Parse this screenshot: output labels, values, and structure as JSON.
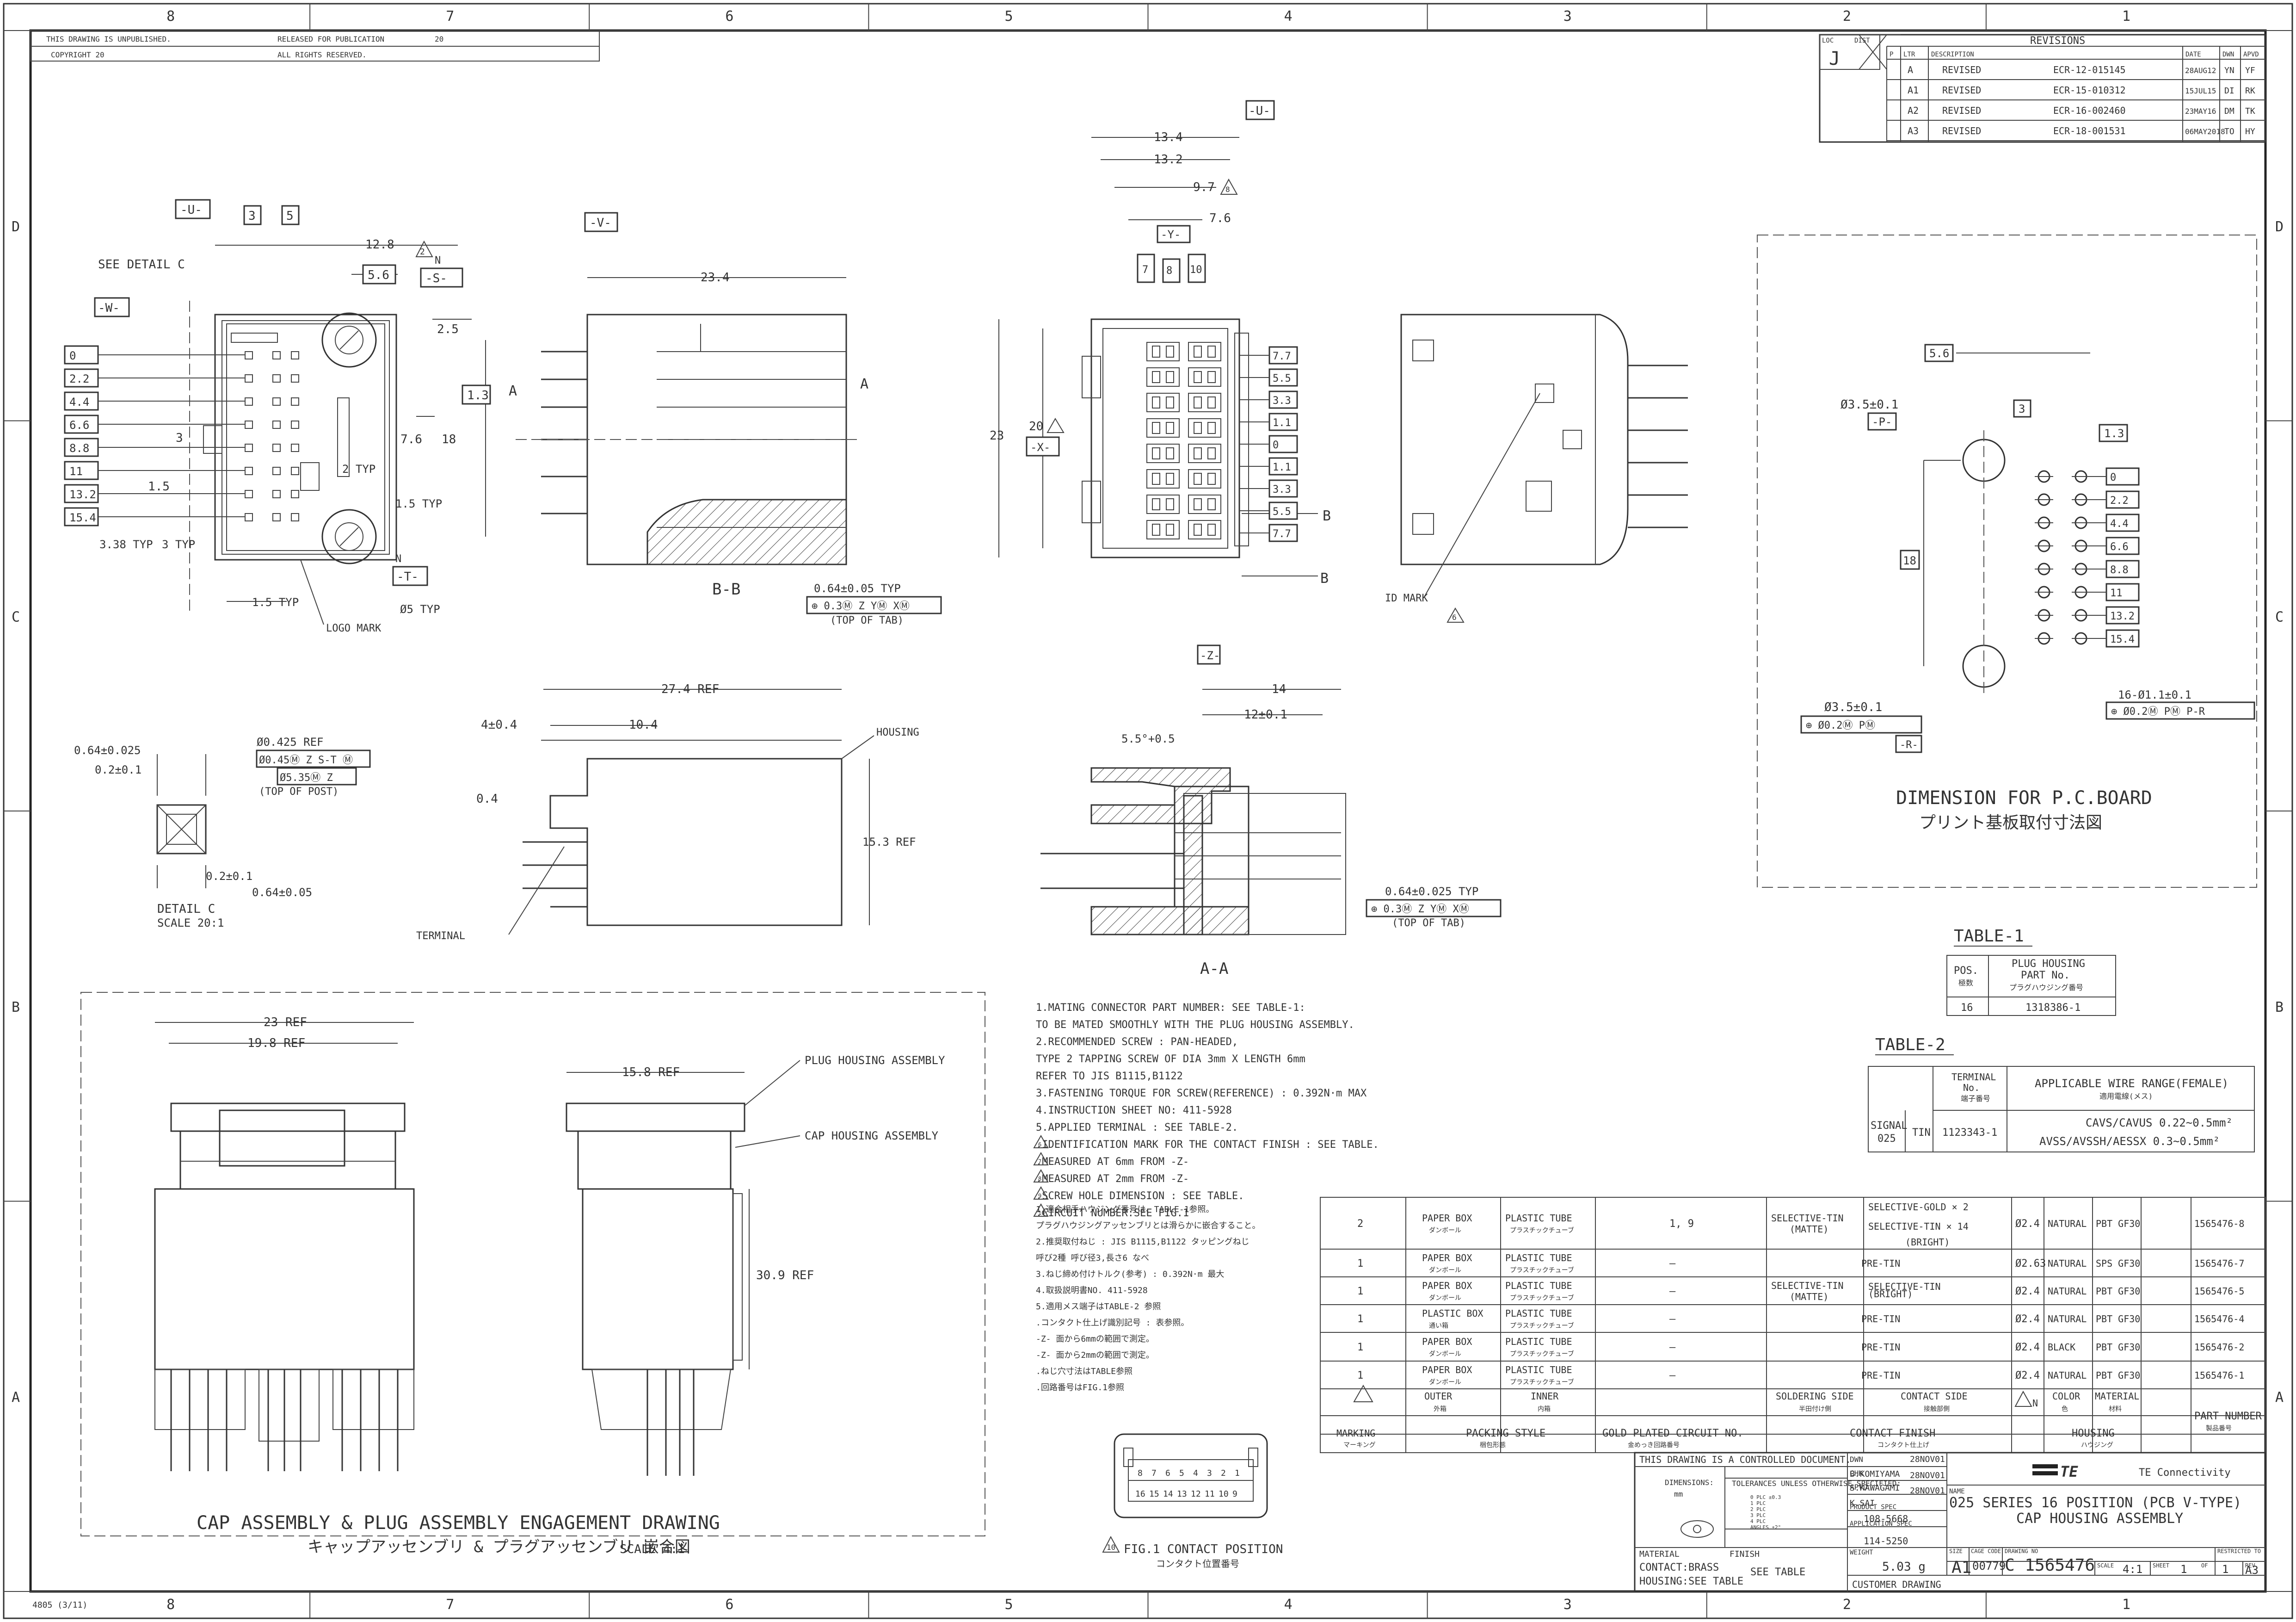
{
  "border": {
    "top_zones": [
      "8",
      "7",
      "6",
      "5",
      "4",
      "3",
      "2",
      "1"
    ],
    "side_zones": [
      "D",
      "C",
      "B",
      "A"
    ],
    "notice_line1": "THIS DRAWING IS UNPUBLISHED.",
    "notice_line1b": "RELEASED FOR PUBLICATION",
    "notice_year": "20",
    "notice_line2": "COPYRIGHT 20",
    "notice_line2b": "ALL RIGHTS RESERVED.",
    "footer_code": "4805 (3/11)"
  },
  "revisions": {
    "title": "REVISIONS",
    "loc_label": "LOC",
    "dist_label": "DIST",
    "loc": "J",
    "headers": [
      "P",
      "LTR",
      "DESCRIPTION",
      "DATE",
      "DWN",
      "APVD"
    ],
    "rows": [
      {
        "ltr": "A",
        "desc": "REVISED",
        "ecr": "ECR-12-015145",
        "date": "28AUG12",
        "dwn": "YN",
        "apvd": "YF"
      },
      {
        "ltr": "A1",
        "desc": "REVISED",
        "ecr": "ECR-15-010312",
        "date": "15JUL15",
        "dwn": "DI",
        "apvd": "RK"
      },
      {
        "ltr": "A2",
        "desc": "REVISED",
        "ecr": "ECR-16-002460",
        "date": "23MAY16",
        "dwn": "DM",
        "apvd": "TK"
      },
      {
        "ltr": "A3",
        "desc": "REVISED",
        "ecr": "ECR-18-001531",
        "date": "06MAY2018",
        "dwn": "TO",
        "apvd": "HY"
      }
    ]
  },
  "front_view": {
    "datum_u": "-U-",
    "datum_v": "-V-",
    "datum_w": "-W-",
    "datum_s": "-S-",
    "datum_t": "-T-",
    "see_detail": "SEE DETAIL C",
    "dim_12_8": "12.8",
    "dim_5_6": "5.6",
    "dim_2_5": "2.5",
    "dim_1_3": "1.3",
    "dim_7_6": "7.6",
    "dim_18": "18",
    "dim_2typ": "2 TYP",
    "dim_1_5typ": "1.5 TYP",
    "dim_3": "3",
    "dim_1_5": "1.5",
    "dim_3_38": "3.38 TYP",
    "dim_3typ": "3 TYP",
    "dim_1_5typ_b": "1.5 TYP",
    "dim_phi5": "Ø5 TYP",
    "logo_mark": "LOGO MARK",
    "box_3": "3",
    "box_5": "5",
    "flag_n": "N",
    "flag_2": "2",
    "left_stack": [
      "0",
      "2.2",
      "4.4",
      "6.6",
      "8.8",
      "11",
      "13.2",
      "15.4"
    ]
  },
  "section_bb": {
    "dim_23_4": "23.4",
    "label_a": "A",
    "label_a2": "A",
    "caption": "B-B"
  },
  "center_view": {
    "datum_u": "-U-",
    "datum_x": "-X-",
    "datum_y": "-Y-",
    "dim_13_4": "13.4",
    "dim_13_2": "13.2",
    "dim_9_7": "9.7",
    "dim_7_6": "7.6",
    "dim_20": "20",
    "dim_23": "23",
    "label_b": "B",
    "label_b2": "B",
    "right_stack": [
      "7.7",
      "5.5",
      "3.3",
      "1.1",
      "0",
      "1.1",
      "3.3",
      "5.5",
      "7.7"
    ],
    "tab_dim": "0.64±0.05 TYP",
    "tab_fcf": "⊕ 0.3Ⓜ Z YⓂ XⓂ",
    "tab_note": "(TOP OF TAB)",
    "box_7": "7",
    "box_8": "8",
    "box_10": "10"
  },
  "side_view": {
    "id_mark": "ID MARK",
    "flag_6": "6"
  },
  "pcb": {
    "caption": "DIMENSION FOR P.C.BOARD",
    "caption_jp": "プリント基板取付寸法図",
    "dim_5_6": "5.6",
    "dim_3": "3",
    "dim_1_3": "1.3",
    "dim_18": "18",
    "hole_top": "Ø3.5±0.1",
    "datum_p": "-P-",
    "hole_bot": "Ø3.5±0.1",
    "fcf_bot": "⊕ Ø0.2Ⓜ PⓂ",
    "datum_r": "-R-",
    "holes16": "16-Ø1.1±0.1",
    "fcf_holes": "⊕ Ø0.2Ⓜ PⓂ P-R",
    "stack": [
      "0",
      "2.2",
      "4.4",
      "6.6",
      "8.8",
      "11",
      "13.2",
      "15.4"
    ]
  },
  "detail_c": {
    "dim1": "0.64±0.025",
    "dim2": "0.2±0.1",
    "ref": "Ø0.425 REF",
    "fcf1": "Ø0.45Ⓜ Z S-T Ⓜ",
    "fcf2": "Ø5.35Ⓜ Z",
    "note": "(TOP OF POST)",
    "dim3": "0.2±0.1",
    "dim4": "0.64±0.05",
    "caption": "DETAIL C",
    "scale": "SCALE 20:1"
  },
  "side_section": {
    "dim_27_4": "27.4 REF",
    "dim_10_4": "10.4",
    "dim_4": "4±0.4",
    "dim_0_4": "0.4",
    "housing": "HOUSING",
    "dim_15_3": "15.3 REF",
    "terminal": "TERMINAL"
  },
  "section_aa": {
    "datum_z": "-Z-",
    "dim_14": "14",
    "dim_12": "12±0.1",
    "angle": "5.5°+0.5",
    "tab_dim": "0.64±0.025 TYP",
    "tab_fcf": "⊕ 0.3Ⓜ Z YⓂ XⓂ",
    "tab_note": "(TOP OF TAB)",
    "caption": "A-A"
  },
  "notes_en": [
    "1.MATING CONNECTOR PART NUMBER: SEE TABLE-1:",
    "  TO BE MATED SMOOTHLY WITH THE PLUG HOUSING ASSEMBLY.",
    "2.RECOMMENDED SCREW : PAN-HEADED,",
    "  TYPE 2 TAPPING SCREW OF DIA 3mm X LENGTH 6mm",
    "  REFER TO JIS B1115,B1122",
    "3.FASTENING TORQUE FOR SCREW(REFERENCE) : 0.392N·m MAX",
    "4.INSTRUCTION SHEET NO: 411-5928",
    "5.APPLIED TERMINAL : SEE TABLE-2.",
    "  .IDENTIFICATION MARK FOR THE CONTACT FINISH : SEE TABLE.",
    "  .MEASURED AT 6mm FROM  -Z-",
    "  .MEASURED AT 2mm FROM  -Z-",
    "  .SCREW HOLE DIMENSION : SEE TABLE.",
    "  .CIRCUIT NUMBER:SEE FIG.1"
  ],
  "notes_flags": [
    "6",
    "7",
    "8",
    "9",
    "10"
  ],
  "notes_jp": [
    "1.適合相手ハウジング番号は、TABLE-1参照。",
    "  プラグハウジングアッセンブリとは滑らかに嵌合すること。",
    "2.推奨取付ねじ : JIS B1115,B1122 タッピングねじ",
    "  呼び2種 呼び径3,長さ6 なべ",
    "3.ねじ締め付けトルク(参考) : 0.392N·m 最大",
    "4.取扱説明書NO. 411-5928",
    "5.適用メス端子はTABLE-2 参照",
    "  .コンタクト仕上げ識別記号 : 表参照。",
    "   -Z-  面から6mmの範囲で測定。",
    "   -Z-  面から2mmの範囲で測定。",
    "  .ねじ穴寸法はTABLE参照",
    "  .回路番号はFIG.1参照"
  ],
  "table1": {
    "title": "TABLE-1",
    "h_pos": "POS.",
    "h_pos_jp": "極数",
    "h_part": "PLUG HOUSING",
    "h_part2": "PART No.",
    "h_part_jp": "プラグハウジング番号",
    "pos": "16",
    "part": "1318386-1"
  },
  "table2": {
    "title": "TABLE-2",
    "h_term": "TERMINAL",
    "h_term2": "No.",
    "h_term_jp": "端子番号",
    "h_wire": "APPLICABLE WIRE RANGE(FEMALE)",
    "h_wire_jp": "適用電線(メス)",
    "signal": "SIGNAL",
    "signal2": "025",
    "tin": "TIN",
    "term": "1123343-1",
    "wire1": "CAVS/CAVUS 0.22~0.5mm²",
    "wire2": "AVSS/AVSSH/AESSX 0.3~0.5mm²"
  },
  "assy": {
    "dim_23": "23 REF",
    "dim_19_8": "19.8 REF",
    "dim_15_8": "15.8 REF",
    "dim_30_9": "30.9 REF",
    "plug_label": "PLUG HOUSING ASSEMBLY",
    "cap_label": "CAP HOUSING ASSEMBLY",
    "caption": "CAP ASSEMBLY & PLUG ASSEMBLY ENGAGEMENT DRAWING",
    "caption_jp": "キャップアッセンブリ & プラグアッセンブリ 嵌合図",
    "scale": "SCALE 4:1"
  },
  "fig1": {
    "row_top": [
      "8",
      "7",
      "6",
      "5",
      "4",
      "3",
      "2",
      "1"
    ],
    "row_bot": [
      "16",
      "15",
      "14",
      "13",
      "12",
      "11",
      "10",
      "9"
    ],
    "caption": "FIG.1 CONTACT POSITION",
    "caption_jp": "コンタクト位置番号",
    "flag": "10"
  },
  "variants": {
    "rows": [
      {
        "n": "2",
        "pkg_outer": "PAPER BOX",
        "pkg_outer_jp": "ダンボール",
        "pkg_inner": "PLASTIC TUBE",
        "pkg_inner_jp": "プラスチックチューブ",
        "circ": "1, 9",
        "solder": "SELECTIVE-TIN",
        "solder2": "(MATTE)",
        "contact": "SELECTIVE-GOLD × 2",
        "contact2": "SELECTIVE-TIN × 14",
        "contact3": "(BRIGHT)",
        "hole": "Ø2.4",
        "color": "NATURAL",
        "mat": "PBT GF30",
        "pn": "1565476-8"
      },
      {
        "n": "1",
        "pkg_outer": "PAPER BOX",
        "pkg_outer_jp": "ダンボール",
        "pkg_inner": "PLASTIC TUBE",
        "pkg_inner_jp": "プラスチックチューブ",
        "circ": "—",
        "solder": "PRE-TIN",
        "solder2": "",
        "contact": "",
        "contact2": "",
        "contact3": "",
        "hole": "Ø2.63",
        "color": "NATURAL",
        "mat": "SPS GF30",
        "pn": "1565476-7"
      },
      {
        "n": "1",
        "pkg_outer": "PAPER BOX",
        "pkg_outer_jp": "ダンボール",
        "pkg_inner": "PLASTIC TUBE",
        "pkg_inner_jp": "プラスチックチューブ",
        "circ": "—",
        "solder": "SELECTIVE-TIN",
        "solder2": "(MATTE)",
        "contact": "SELECTIVE-TIN",
        "contact2": "(BRIGHT)",
        "contact3": "",
        "hole": "Ø2.4",
        "color": "NATURAL",
        "mat": "PBT GF30",
        "pn": "1565476-5"
      },
      {
        "n": "1",
        "pkg_outer": "PLASTIC BOX",
        "pkg_outer_jp": "通い箱",
        "pkg_inner": "PLASTIC TUBE",
        "pkg_inner_jp": "プラスチックチューブ",
        "circ": "—",
        "solder": "PRE-TIN",
        "solder2": "",
        "contact": "",
        "contact2": "",
        "contact3": "",
        "hole": "Ø2.4",
        "color": "NATURAL",
        "mat": "PBT GF30",
        "pn": "1565476-4"
      },
      {
        "n": "1",
        "pkg_outer": "PAPER BOX",
        "pkg_outer_jp": "ダンボール",
        "pkg_inner": "PLASTIC TUBE",
        "pkg_inner_jp": "プラスチックチューブ",
        "circ": "—",
        "solder": "PRE-TIN",
        "solder2": "",
        "contact": "",
        "contact2": "",
        "contact3": "",
        "hole": "Ø2.4",
        "color": "BLACK",
        "mat": "PBT GF30",
        "pn": "1565476-2"
      },
      {
        "n": "1",
        "pkg_outer": "PAPER BOX",
        "pkg_outer_jp": "ダンボール",
        "pkg_inner": "PLASTIC TUBE",
        "pkg_inner_jp": "プラスチックチューブ",
        "circ": "—",
        "solder": "PRE-TIN",
        "solder2": "",
        "contact": "",
        "contact2": "",
        "contact3": "",
        "hole": "Ø2.4",
        "color": "NATURAL",
        "mat": "PBT GF30",
        "pn": "1565476-1"
      }
    ],
    "h_outer": "OUTER",
    "h_outer_jp": "外箱",
    "h_inner": "INNER",
    "h_inner_jp": "内箱",
    "h_solder": "SOLDERING SIDE",
    "h_solder_jp": "半田付け側",
    "h_contact": "CONTACT SIDE",
    "h_contact_jp": "接触部側",
    "h_color": "COLOR",
    "h_color_jp": "色",
    "h_mat": "MATERIAL",
    "h_mat_jp": "材料",
    "h_marking": "MARKING",
    "h_marking_jp": "マーキング",
    "h_packing": "PACKING STYLE",
    "h_packing_jp": "梱包形態",
    "h_gold": "GOLD PLATED CIRCUIT NO.",
    "h_gold_jp": "金めっき回路番号",
    "h_finish": "CONTACT FINISH",
    "h_finish_jp": "コンタクト仕上げ",
    "h_housing": "HOUSING",
    "h_housing_jp": "ハウジング",
    "h_pn": "PART NUMBER",
    "h_pn_jp": "製品番号",
    "h_hole": "N",
    "flag_n": "N"
  },
  "title_block": {
    "controlled": "THIS DRAWING IS A CONTROLLED DOCUMENT.",
    "dwn": "DWN",
    "dwn_name": "B.KOMIYAMA",
    "dwn_date": "28NOV01",
    "chk": "CHK",
    "chk_name": "S.KAWAGAMI",
    "chk_date": "28NOV01",
    "appvd": "APVD",
    "appvd_name": "K.SAI",
    "appvd_date": "28NOV01",
    "dimensions": "DIMENSIONS:",
    "units": "mm",
    "tol": "TOLERANCES UNLESS OTHERWISE SPECIFIED:",
    "tol_lines": [
      "0 PLC ±0.3",
      "1 PLC",
      "2 PLC",
      "3 PLC",
      "4 PLC",
      "ANGLES ±2°"
    ],
    "product_spec": "PRODUCT SPEC",
    "spec1": "108-5668",
    "app_spec": "APPLICATION SPEC",
    "spec2": "114-5250",
    "weight": "WEIGHT",
    "weight_val": "5.03 g",
    "material": "MATERIAL",
    "mat1": "CONTACT:BRASS",
    "mat2": "HOUSING:SEE TABLE",
    "finish": "FINISH",
    "finish_val": "SEE TABLE",
    "company": "TE Connectivity",
    "name": "NAME",
    "title1": "025 SERIES 16 POSITION (PCB V-TYPE)",
    "title2": "CAP HOUSING ASSEMBLY",
    "size_lbl": "SIZE",
    "size": "A1",
    "cage_lbl": "CAGE CODE",
    "cage": "00779",
    "dwg_lbl": "DRAWING NO",
    "dwg": "C 1565476",
    "restricted": "RESTRICTED TO",
    "scale_lbl": "SCALE",
    "scale": "4:1",
    "sheet_lbl": "SHEET",
    "sheet": "1",
    "of": "OF",
    "sheets": "1",
    "rev_lbl": "REV",
    "rev": "A3",
    "customer": "CUSTOMER DRAWING"
  }
}
